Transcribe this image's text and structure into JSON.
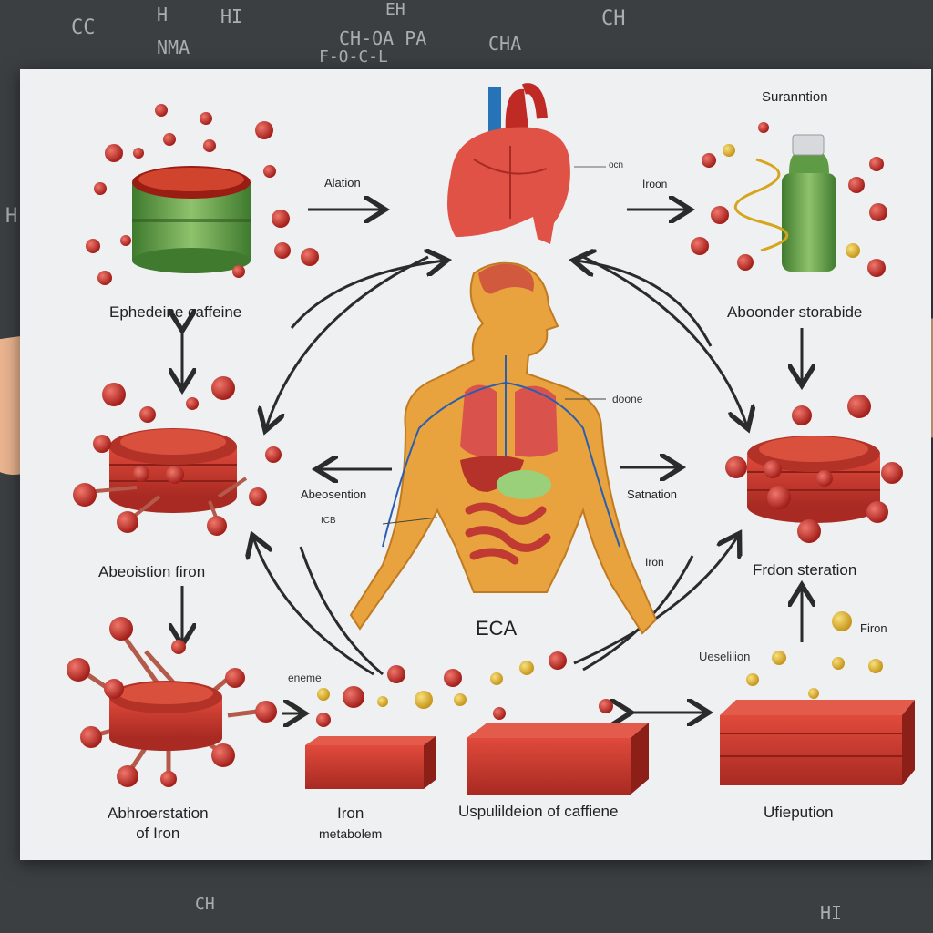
{
  "chalkboard": {
    "texts": [
      "CC",
      "H",
      "HI",
      "EH",
      "CH",
      "CH-OA PA",
      "F-O-C-L",
      "NMA",
      "CHA",
      "H",
      "CH",
      "HI"
    ]
  },
  "poster": {
    "center_label": "ECA",
    "items": {
      "top_left": "Ephedeine caffeine",
      "top_right_title": "Suranntion",
      "top_right": "Aboonder storabide",
      "mid_left": "Abeoistion firon",
      "mid_right": "Frdon steration",
      "bottom_left_line1": "Abhroerstation",
      "bottom_left_line2": "of Iron",
      "bottom_mid_left_line1": "Iron",
      "bottom_mid_left_line2": "metabolem",
      "bottom_mid": "Uspulildeion of caffiene",
      "bottom_right": "Ufiepution"
    },
    "arrow_labels": {
      "alation": "Alation",
      "iroon": "Iroon",
      "absorption": "Abeosention",
      "saturation": "Satnation",
      "iron": "Iron",
      "firon": "Firon",
      "enema": "eneme",
      "uspelion": "Ueselilion"
    },
    "callouts": {
      "heart": "ocn",
      "body": "doone",
      "arm": "ICB"
    }
  },
  "colors": {
    "background": "#3b3f42",
    "poster": "#eef0f2",
    "red_ball": "#c8312b",
    "green_can": "#6aa84f",
    "skin": "#e8a33e",
    "arrow": "#2b2b2b"
  }
}
